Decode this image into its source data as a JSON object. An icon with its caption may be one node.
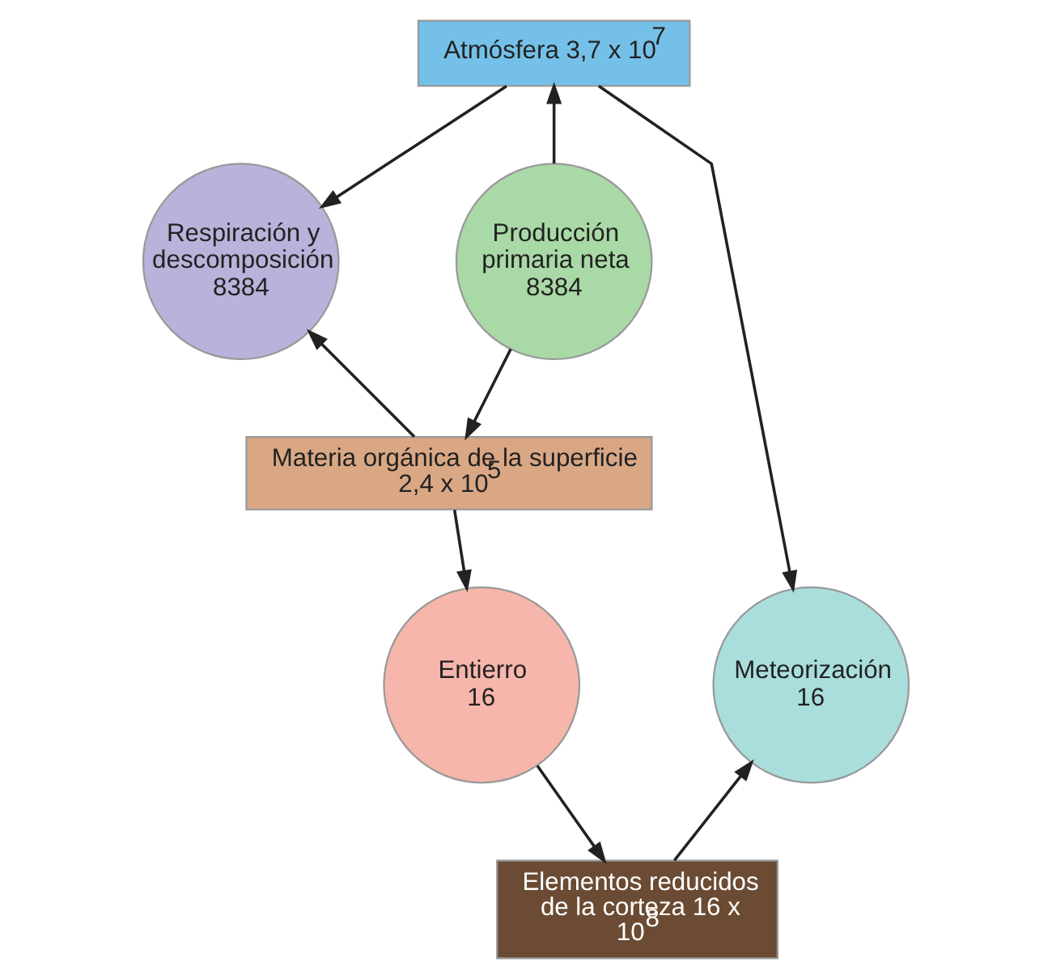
{
  "diagram": {
    "nodes": [
      {
        "text": [
          "Atmósfera 3,7 x 10$^{7}$"
        ]
      },
      {
        "text": [
          "Producción primaria neta 8384"
        ]
      },
      {
        "text": [
          "Respiración y descomposición 8384"
        ]
      },
      {
        "text": [
          "Materia orgánica de la superficie 2,4 x 10$^{5}$"
        ]
      },
      {
        "text": [
          "Meteorización 16"
        ]
      },
      {
        "text": [
          "Entierro 16"
        ]
      },
      {
        "text": [
          "Elementos reducidos de la corteza 16 x 10$^{8}$"
        ]
      }
    ],
    "edges": [
      {
        "from": 1,
        "to": 0,
        "arrow": "to"
      },
      {
        "from": 0,
        "to": 2,
        "arrow": "to"
      },
      {
        "from": 0,
        "to": 4,
        "arrow": "to"
      },
      {
        "from": 1,
        "to": 3,
        "arrow": "to"
      },
      {
        "from": 3,
        "to": 2,
        "arrow": "to"
      },
      {
        "from": 3,
        "to": 5,
        "arrow": "to"
      },
      {
        "from": 5,
        "to": 6,
        "arrow": "to"
      },
      {
        "from": 6,
        "to": 4,
        "arrow": "to"
      }
    ]
  }
}
